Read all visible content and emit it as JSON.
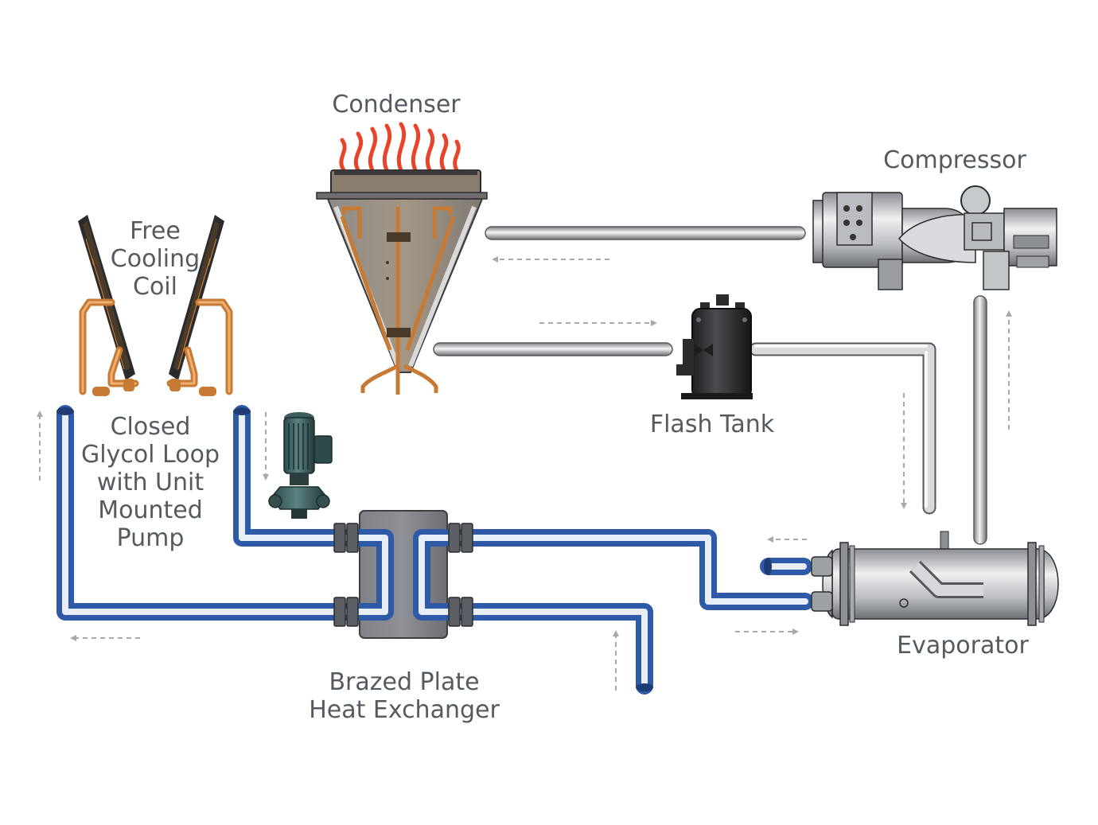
{
  "labels": {
    "condenser": "Condenser",
    "compressor": "Compressor",
    "flash_tank": "Flash Tank",
    "evaporator": "Evaporator",
    "free_cooling_coil": [
      "Free",
      "Cooling",
      "Coil"
    ],
    "glycol_loop": [
      "Closed",
      "Glycol Loop",
      "with Unit",
      "Mounted",
      "Pump"
    ],
    "heat_exchanger": [
      "Brazed Plate",
      "Heat Exchanger"
    ]
  },
  "colors": {
    "refrigerant_pipe": "#b4b6b9",
    "glycol_pipe": "#2f5aa8",
    "copper": "#c77a33",
    "flame": "#e8442a",
    "flow_arrow": "#a9a9a9",
    "label_text": "#555a61"
  },
  "icons": [
    "flame-icon",
    "pump-icon",
    "flow-arrow-icon"
  ]
}
